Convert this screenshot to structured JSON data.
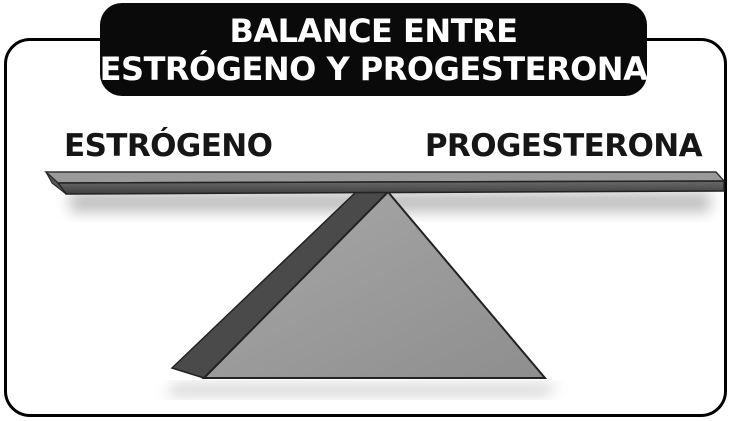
{
  "title": {
    "line1": "BALANCE ENTRE",
    "line2": "ESTRÓGENO Y PROGESTERONA"
  },
  "labels": {
    "left": "ESTRÓGENO",
    "right": "PROGESTERONA"
  },
  "colors": {
    "frame_border": "#000000",
    "title_background": "#0a0a0a",
    "title_text": "#ffffff",
    "label_text": "#161616",
    "plank_top": "#9a9a9a",
    "plank_front": "#5c5c5c",
    "fulcrum_front": "#9c9c9c",
    "fulcrum_side": "#4a4a4a"
  }
}
